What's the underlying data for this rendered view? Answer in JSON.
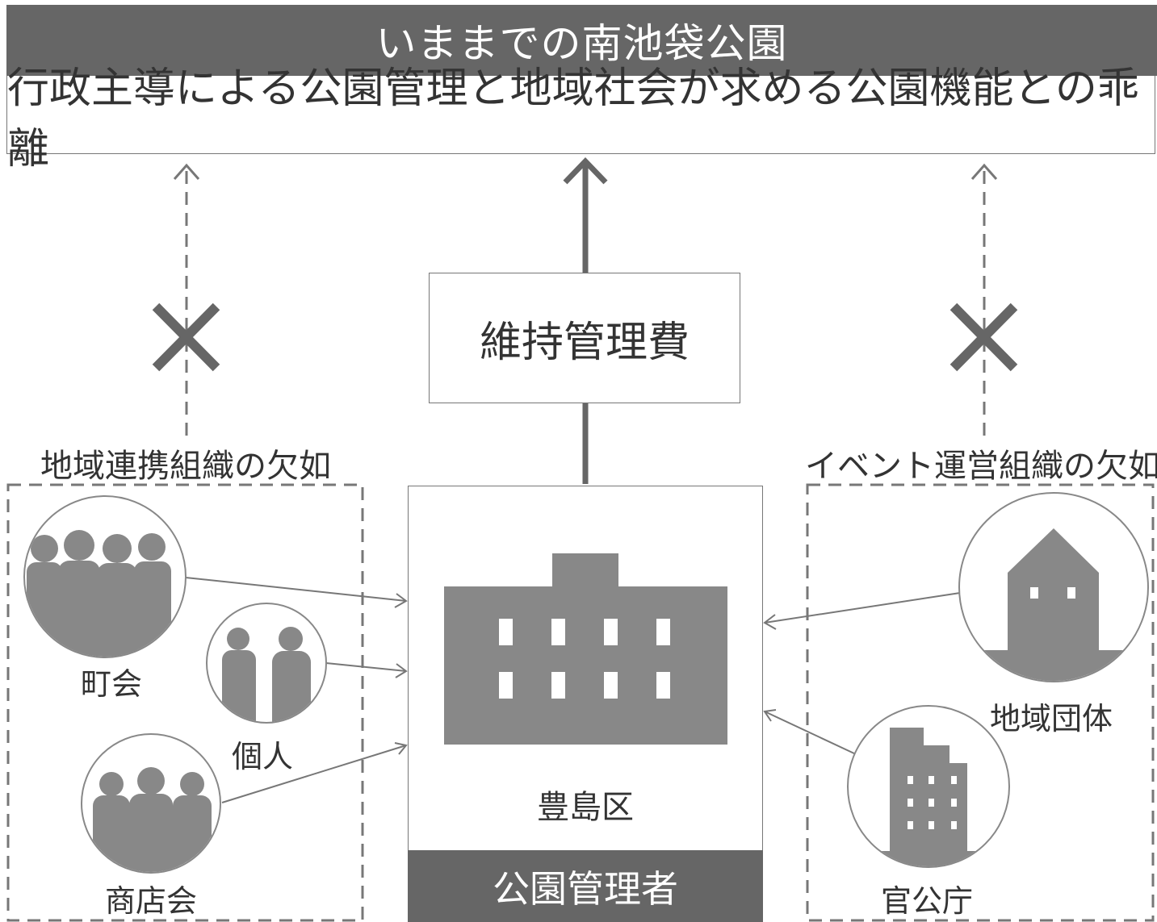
{
  "header": {
    "title": "いままでの南池袋公園"
  },
  "subheader": {
    "text": "行政主導による公園管理と地域社会が求める公園機能との乖離"
  },
  "center": {
    "cost_label": "維持管理費",
    "ward_label": "豊島区",
    "manager_label": "公園管理者"
  },
  "left_group": {
    "title": "地域連携組織の欠如",
    "members": [
      {
        "label": "町会",
        "icon": "crowd-icon"
      },
      {
        "label": "個人",
        "icon": "two-people-icon"
      },
      {
        "label": "商店会",
        "icon": "group-icon"
      }
    ]
  },
  "right_group": {
    "title": "イベント運営組織の欠如",
    "members": [
      {
        "label": "地域団体",
        "icon": "house-icon"
      },
      {
        "label": "官公庁",
        "icon": "office-building-icon"
      }
    ]
  },
  "colors": {
    "dark": "#666666",
    "shape": "#888888",
    "line": "#777777"
  }
}
